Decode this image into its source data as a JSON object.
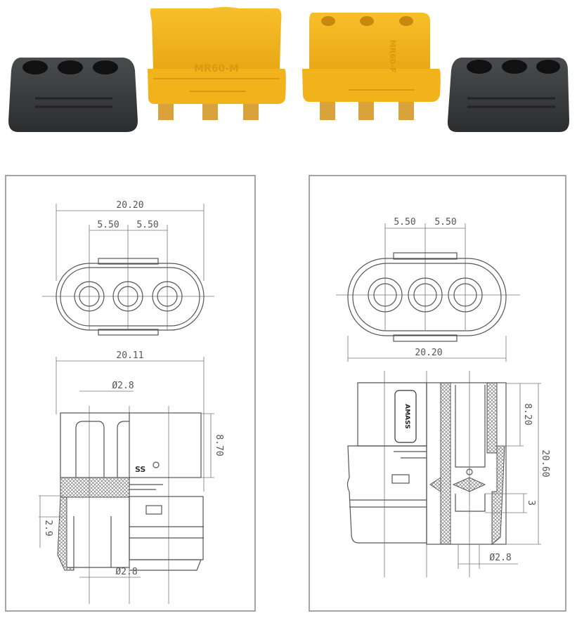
{
  "products": {
    "male_housing_marking": "MR60-M",
    "female_housing_marking": "MR60-F",
    "colors": {
      "housing": "#f2b21c",
      "housing_shade": "#d89a10",
      "cap": "#3a3b3d",
      "contacts": "#d9a23a"
    }
  },
  "drawing_male": {
    "width_top": "20.20",
    "pitch_1": "5.50",
    "pitch_2": "5.50",
    "width_side": "20.11",
    "pin_diameter_top": "Ø2.8",
    "height_mating": "8.70",
    "solder_depth": "2.9",
    "pin_diameter_bottom": "Ø2.8",
    "logo_mark": "SS"
  },
  "drawing_female": {
    "pitch_1": "5.50",
    "pitch_2": "5.50",
    "width_top": "20.20",
    "height_mating": "8.20",
    "height_total": "20.60",
    "solder_depth": "3",
    "pin_diameter": "Ø2.8",
    "logo_mark": "AMASS"
  }
}
